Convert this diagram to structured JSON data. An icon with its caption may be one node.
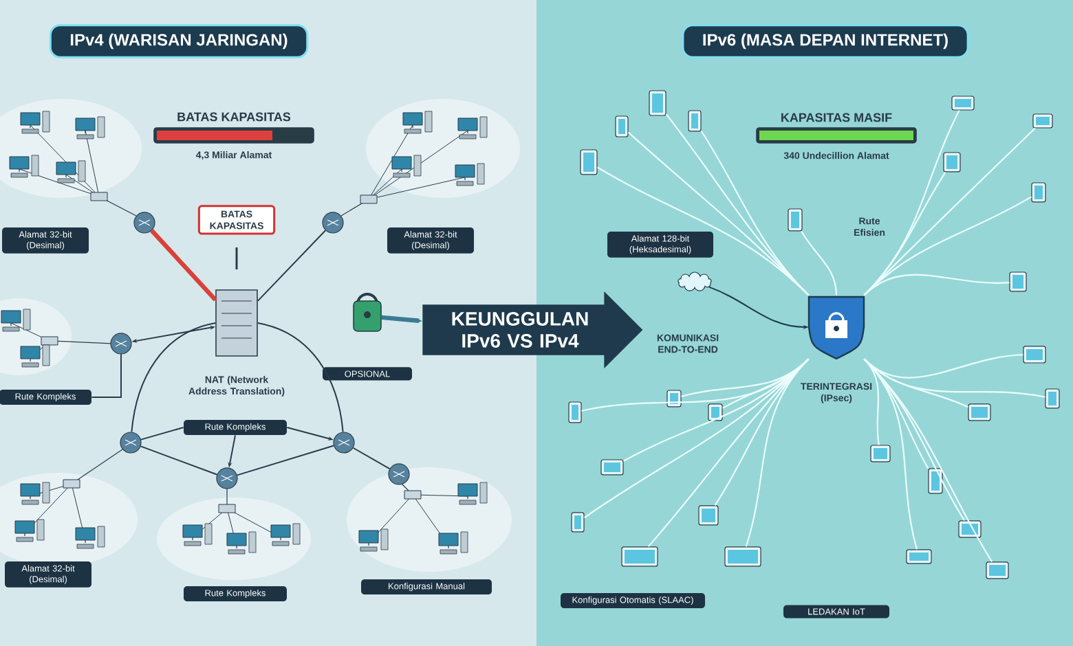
{
  "diagram": {
    "nodes": [
      {
        "text": [
          "IPv4 (WARISAN JARINGAN)"
        ]
      },
      {
        "text": [
          "BATAS KAPASITAS",
          "4,3 Miliar Alamat"
        ]
      },
      {
        "text": [
          "BATAS KAPASITAS"
        ]
      },
      {
        "text": [],
        "shape": "picture",
        "beside": [
          "NAT (Network Address Translation)"
        ]
      },
      {
        "text": [],
        "shape": "circle"
      },
      {
        "text": [],
        "shape": "circle"
      },
      {
        "text": [],
        "shape": "circle"
      },
      {
        "text": [],
        "shape": "circle"
      },
      {
        "text": [],
        "shape": "circle"
      },
      {
        "text": [],
        "shape": "circle"
      },
      {
        "text": [],
        "shape": "circle"
      },
      {
        "text": [
          "Alamat 32-bit (Desimal)"
        ]
      },
      {
        "text": [
          "Alamat 32-bit (Desimal)"
        ]
      },
      {
        "text": [
          "Rute Kompleks"
        ]
      },
      {
        "text": [
          "Rute Kompleks"
        ]
      },
      {
        "text": [
          "Alamat 32-bit (Desimal)"
        ]
      },
      {
        "text": [
          "Rute Kompleks"
        ]
      },
      {
        "text": [
          "Konfigurasi Manual"
        ]
      },
      {
        "text": [],
        "shape": "picture"
      },
      {
        "text": [
          "OPSIONAL"
        ]
      },
      {
        "text": [
          "KEUNGGULAN IPv6 VS IPv4"
        ]
      },
      {
        "text": [
          "IPv6 (MASA DEPAN INTERNET)"
        ]
      },
      {
        "text": [
          "KAPASITAS MASIF",
          "340 Undecillion Alamat"
        ]
      },
      {
        "text": [
          "Alamat 128-bit (Heksadesimal)"
        ]
      },
      {
        "text": [],
        "shape": "cloud"
      },
      {
        "text": [],
        "shape": "picture",
        "beside": [
          "TERINTEGRASI (IPsec)"
        ]
      },
      {
        "text": [
          "Konfigurasi Otomatis (SLAAC)"
        ]
      },
      {
        "text": [
          "LEDAKAN IoT"
        ]
      },
      {
        "text": [],
        "shape": "picture"
      },
      {
        "text": [],
        "shape": "picture"
      },
      {
        "text": [],
        "shape": "picture"
      },
      {
        "text": [],
        "shape": "picture"
      },
      {
        "text": [],
        "shape": "picture"
      },
      {
        "text": [],
        "shape": "picture"
      },
      {
        "text": [],
        "shape": "picture"
      },
      {
        "text": [],
        "shape": "picture"
      },
      {
        "text": [],
        "shape": "picture"
      },
      {
        "text": [],
        "shape": "picture"
      },
      {
        "text": [],
        "shape": "picture"
      },
      {
        "text": [],
        "shape": "picture"
      },
      {
        "text": [],
        "shape": "picture"
      },
      {
        "text": [],
        "shape": "picture"
      },
      {
        "text": [],
        "shape": "picture"
      },
      {
        "text": [],
        "shape": "picture"
      },
      {
        "text": [],
        "shape": "picture"
      },
      {
        "text": [],
        "shape": "picture"
      },
      {
        "text": [],
        "shape": "picture"
      },
      {
        "text": [],
        "shape": "picture"
      },
      {
        "text": [],
        "shape": "picture"
      },
      {
        "text": [],
        "shape": "picture"
      },
      {
        "text": [],
        "shape": "picture"
      },
      {
        "text": [],
        "shape": "picture"
      },
      {
        "text": [],
        "shape": "picture"
      },
      {
        "text": [],
        "shape": "picture"
      }
    ],
    "edges": [
      {
        "from": 3,
        "to": 4,
        "arrow": "none",
        "style": "thick",
        "color": "#d9413a"
      },
      {
        "from": 3,
        "to": 5,
        "arrow": "none",
        "color": "#2a3b48"
      },
      {
        "from": 3,
        "to": 6,
        "arrow": "both",
        "color": "#2a3b48"
      },
      {
        "from": 3,
        "to": 7,
        "arrow": "none",
        "color": "#2a3b48"
      },
      {
        "from": 3,
        "to": 9,
        "arrow": "none",
        "color": "#2a3b48"
      },
      {
        "from": 7,
        "to": 8,
        "arrow": "none",
        "color": "#2a3b48"
      },
      {
        "from": 9,
        "to": 8,
        "arrow": "none",
        "color": "#2a3b48"
      },
      {
        "from": 14,
        "to": 8,
        "arrow": "to",
        "color": "#2a3b48"
      },
      {
        "from": 14,
        "to": 7,
        "arrow": "none",
        "color": "#2a3b48"
      },
      {
        "from": 14,
        "to": 9,
        "arrow": "to",
        "color": "#2a3b48"
      },
      {
        "from": 13,
        "to": 6,
        "arrow": "none",
        "color": "#2a3b48"
      },
      {
        "from": 9,
        "to": 10,
        "arrow": "none",
        "color": "#2a3b48"
      },
      {
        "from": 18,
        "to": 20,
        "arrow": "to",
        "style": "thick",
        "color": "#3a7a94"
      },
      {
        "from": 24,
        "to": 25,
        "arrow": "to",
        "color": "#1d3b4f"
      },
      {
        "from": 28,
        "to": 25,
        "arrow": "none"
      },
      {
        "from": 29,
        "to": 25,
        "arrow": "none"
      },
      {
        "from": 30,
        "to": 25,
        "arrow": "none"
      },
      {
        "from": 31,
        "to": 25,
        "arrow": "none"
      },
      {
        "from": 32,
        "to": 25,
        "arrow": "none"
      },
      {
        "from": 33,
        "to": 25,
        "arrow": "none"
      },
      {
        "from": 34,
        "to": 25,
        "arrow": "none"
      },
      {
        "from": 35,
        "to": 25,
        "arrow": "none"
      },
      {
        "from": 36,
        "to": 25,
        "arrow": "none"
      },
      {
        "from": 37,
        "to": 25,
        "arrow": "none"
      },
      {
        "from": 38,
        "to": 25,
        "arrow": "none"
      },
      {
        "from": 39,
        "to": 25,
        "arrow": "none"
      },
      {
        "from": 40,
        "to": 25,
        "arrow": "none"
      },
      {
        "from": 41,
        "to": 25,
        "arrow": "none"
      },
      {
        "from": 42,
        "to": 25,
        "arrow": "none"
      },
      {
        "from": 43,
        "to": 25,
        "arrow": "none"
      },
      {
        "from": 44,
        "to": 25,
        "arrow": "none"
      },
      {
        "from": 45,
        "to": 25,
        "arrow": "none"
      },
      {
        "from": 46,
        "to": 25,
        "arrow": "none"
      },
      {
        "from": 47,
        "to": 25,
        "arrow": "none"
      },
      {
        "from": 48,
        "to": 25,
        "arrow": "none"
      },
      {
        "from": 49,
        "to": 25,
        "arrow": "none"
      },
      {
        "from": 50,
        "to": 25,
        "arrow": "none"
      },
      {
        "from": 51,
        "to": 25,
        "arrow": "none"
      },
      {
        "from": 52,
        "to": 25,
        "arrow": "none"
      },
      {
        "from": 53,
        "to": 25,
        "arrow": "none"
      }
    ],
    "labels": [
      "Rute Efisien",
      "KOMUNIKASI END-TO-END"
    ]
  }
}
